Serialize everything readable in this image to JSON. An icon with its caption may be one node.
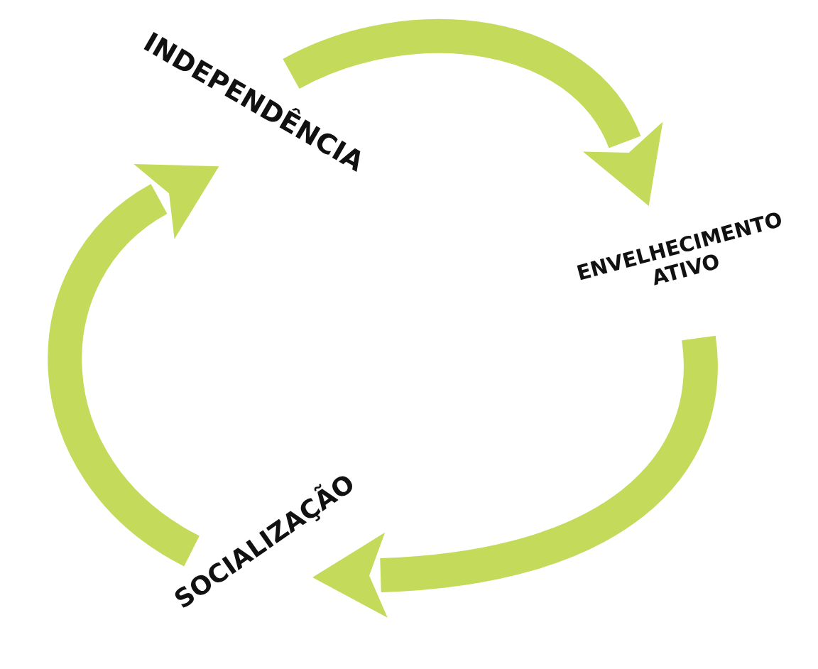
{
  "diagram": {
    "nodes": [
      {
        "text": [
          "INDEPENDÊNCIA"
        ]
      },
      {
        "text": [
          "ENVELHECIMENTO ATIVO"
        ]
      },
      {
        "text": [
          "SOCIALIZAÇÃO"
        ]
      }
    ],
    "edges": [
      {
        "from": 0,
        "to": 1,
        "arrow": "to"
      },
      {
        "from": 1,
        "to": 2,
        "arrow": "to"
      },
      {
        "from": 2,
        "to": 0,
        "arrow": "to"
      }
    ]
  }
}
